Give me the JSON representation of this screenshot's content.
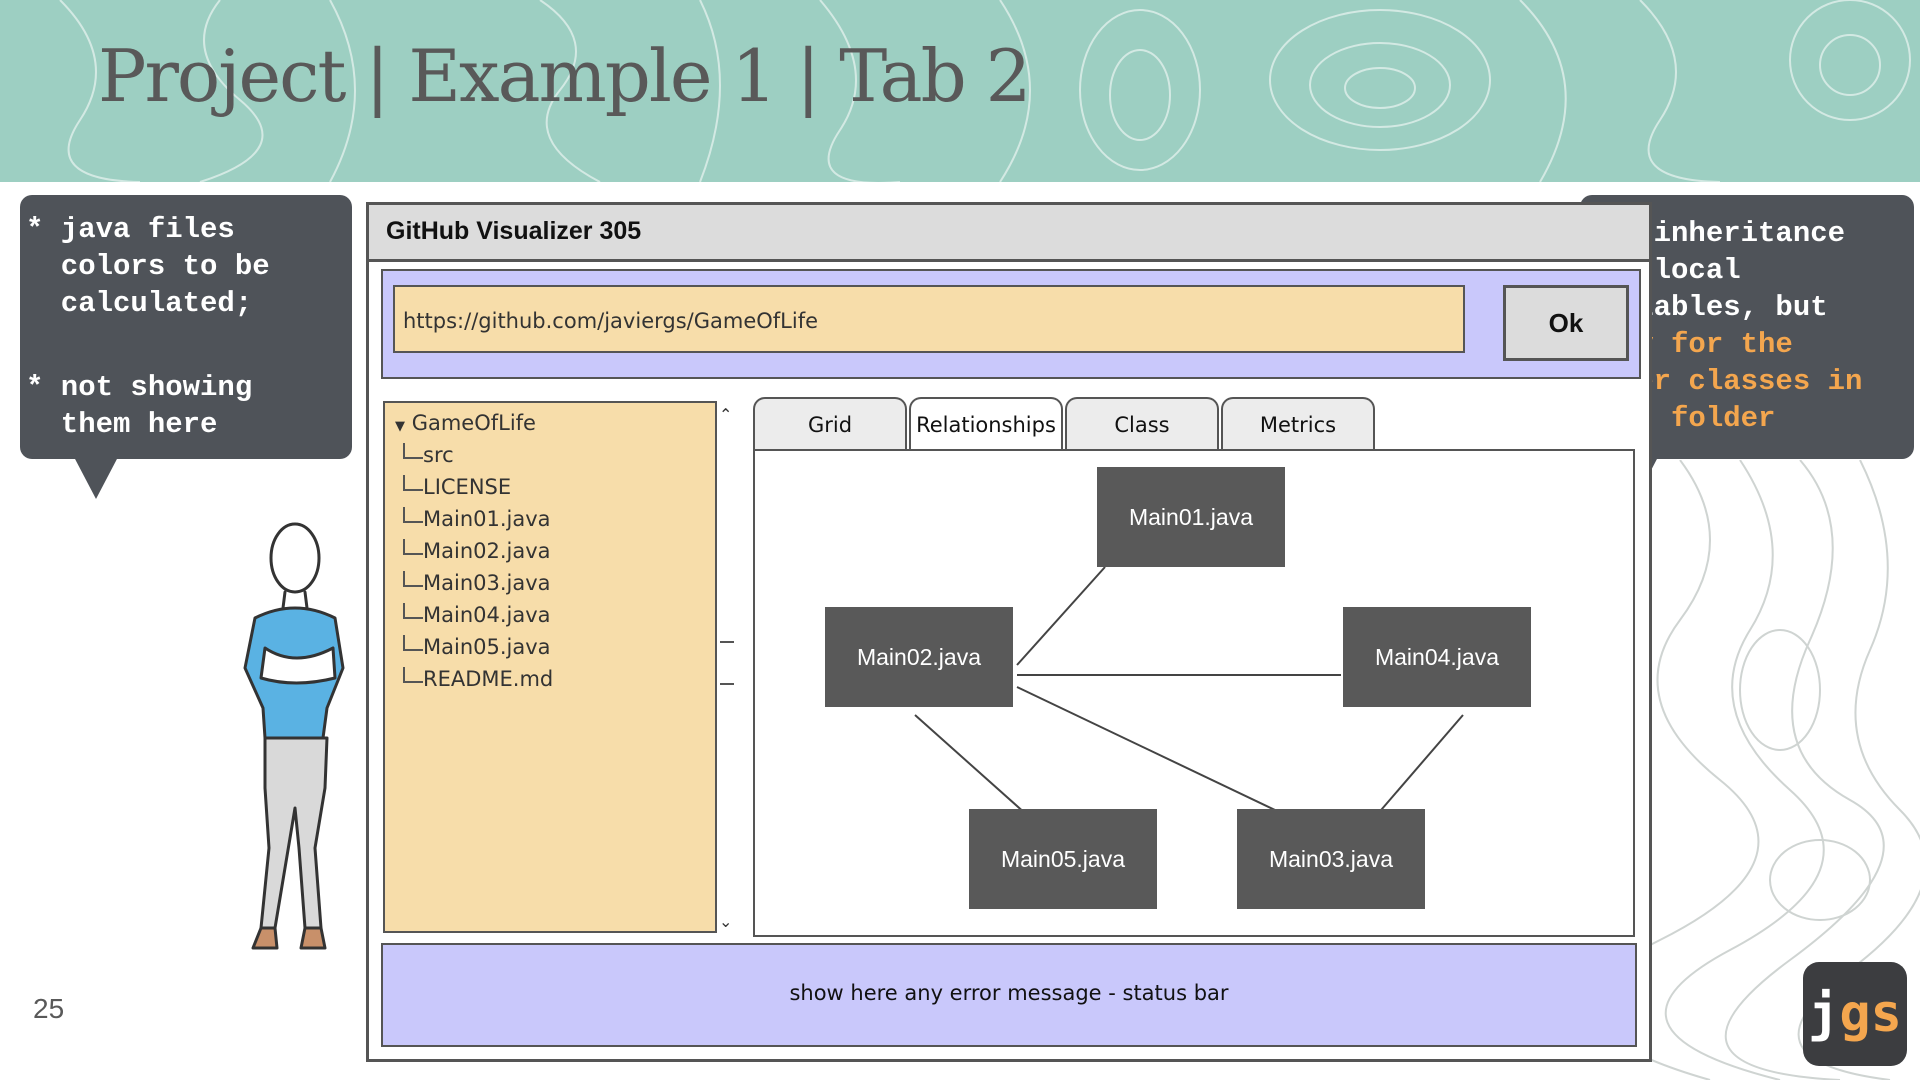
{
  "slide": {
    "title": "Project | Example 1 | Tab 2",
    "page_number": "25"
  },
  "callouts": {
    "left": {
      "note1": "* java files\n  colors to be\n  calculated;",
      "note2": "* not showing\n  them here"
    },
    "right": {
      "text_white": "Add inheritance\nand local\nvariables, but",
      "text_orange": "only for the\nother classes in\nthis folder"
    }
  },
  "logo": {
    "j": "j",
    "gs": "gs"
  },
  "app": {
    "title": "GitHub Visualizer 305",
    "url_value": "https://github.com/javiergs/GameOfLife",
    "ok_label": "Ok",
    "file_tree": {
      "root": "GameOfLife",
      "items": [
        "src",
        "LICENSE",
        "Main01.java",
        "Main02.java",
        "Main03.java",
        "Main04.java",
        "Main05.java",
        "README.md"
      ]
    },
    "tabs": [
      "Grid",
      "Relationships",
      "Class Diagram",
      "Metrics"
    ],
    "active_tab": "Relationships",
    "diagram": {
      "nodes": [
        "Main01.java",
        "Main02.java",
        "Main04.java",
        "Main05.java",
        "Main03.java"
      ]
    },
    "status_text": "show here any error message - status bar"
  },
  "colors": {
    "header": "#9dcfc2",
    "callout": "#4f5359",
    "highlight": "#f4a64e",
    "panel": "#c9c8fb",
    "tree_bg": "#f7ddaa",
    "node": "#595959"
  }
}
